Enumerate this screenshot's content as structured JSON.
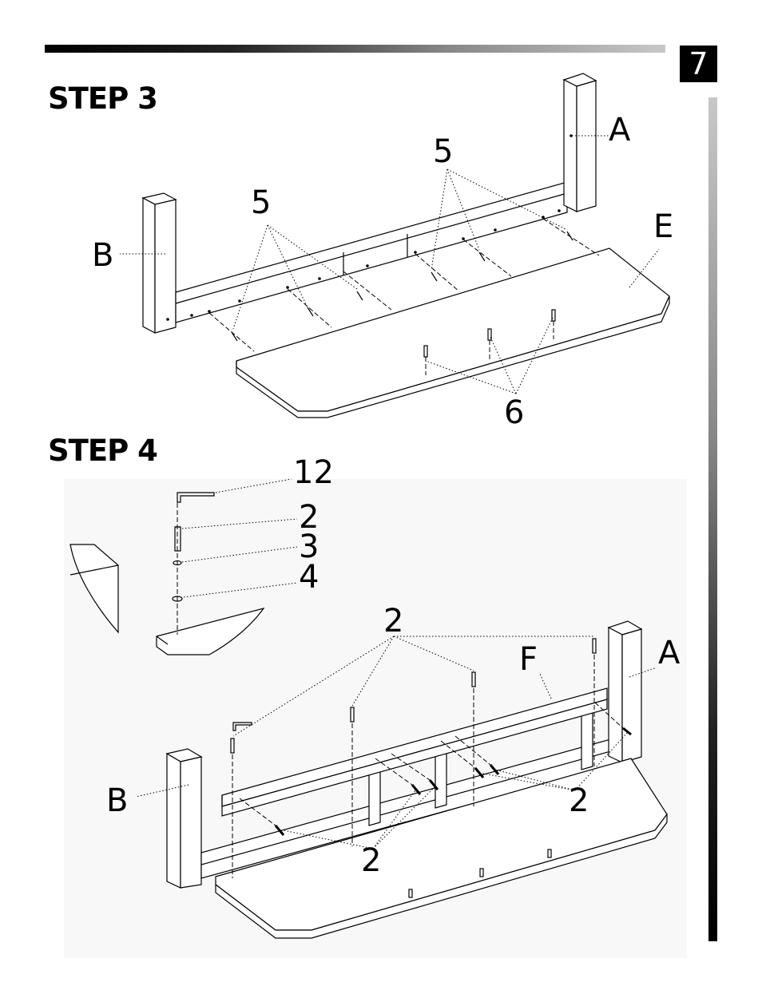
{
  "page": {
    "number": "7"
  },
  "step3": {
    "title": "STEP 3",
    "callouts": {
      "a": "A",
      "b": "B",
      "e": "E",
      "five_left": "5",
      "five_right": "5",
      "six": "6"
    }
  },
  "step4": {
    "title": "STEP 4",
    "callouts": {
      "twelve": "12",
      "two_top": "2",
      "three": "3",
      "four": "4",
      "two_mid": "2",
      "f": "F",
      "a": "A",
      "b": "B",
      "two_right": "2",
      "two_bottom": "2"
    }
  }
}
